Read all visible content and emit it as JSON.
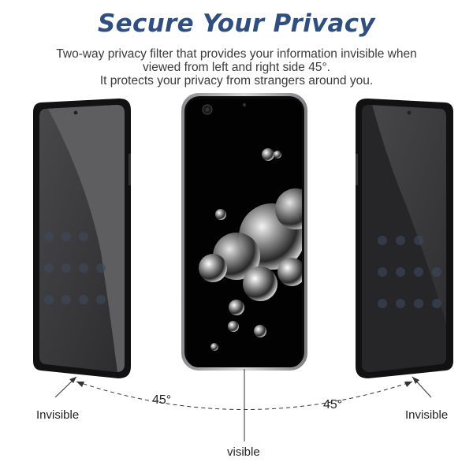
{
  "title": "Secure Your Privacy",
  "subtitle": {
    "line1": "Two-way privacy filter that provides your information invisible when",
    "line2": "viewed from left and right side 45°.",
    "line3": "It protects your privacy from strangers around you."
  },
  "labels": {
    "left": "Invisible",
    "right": "Invisible",
    "center": "visible",
    "angle_left": "45°",
    "angle_right": "45°"
  },
  "colors": {
    "title": "#2f4f80",
    "text": "#3a3a3a"
  }
}
